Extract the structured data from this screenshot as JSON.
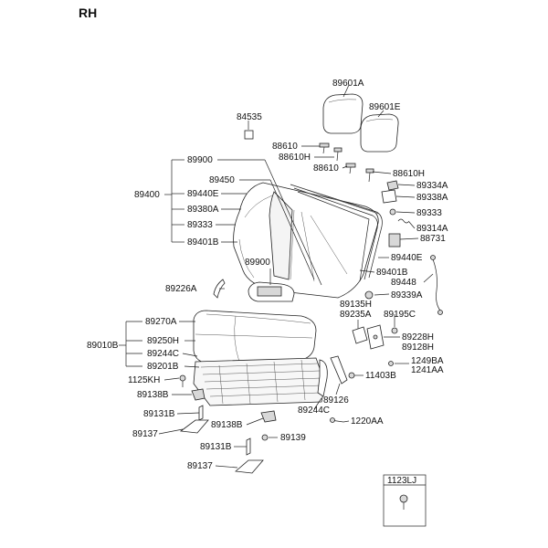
{
  "side_label": "RH",
  "part_labels": {
    "p89601A": "89601A",
    "p89601E": "89601E",
    "p84535": "84535",
    "p88610a": "88610",
    "p88610Ha": "88610H",
    "p88610b": "88610",
    "p88610Hb": "88610H",
    "p89900a": "89900",
    "p89450": "89450",
    "p89400": "89400",
    "p89440Ea": "89440E",
    "p89380A": "89380A",
    "p89333a": "89333",
    "p89401Ba": "89401B",
    "p89334A": "89334A",
    "p89338A": "89338A",
    "p89333b": "89333",
    "p89314A": "89314A",
    "p88731": "88731",
    "p89440Eb": "89440E",
    "p89401Bb": "89401B",
    "p89448": "89448",
    "p89900b": "89900",
    "p89339A": "89339A",
    "p89226A": "89226A",
    "p89135H": "89135H",
    "p89195C": "89195C",
    "p89235A": "89235A",
    "p89270A": "89270A",
    "p89228H": "89228H",
    "p89128H": "89128H",
    "p89250H": "89250H",
    "p89010B": "89010B",
    "p89244Ca": "89244C",
    "p1249BA": "1249BA",
    "p1241AA": "1241AA",
    "p89201B": "89201B",
    "p11403B": "11403B",
    "p1125KH": "1125KH",
    "p89138Ba": "89138B",
    "p89126": "89126",
    "p89244Cb": "89244C",
    "p89131Ba": "89131B",
    "p89138Bb": "89138B",
    "p1220AA": "1220AA",
    "p89137a": "89137",
    "p89139": "89139",
    "p89131Bb": "89131B",
    "p89137b": "89137",
    "p1123LJ": "1123LJ"
  }
}
